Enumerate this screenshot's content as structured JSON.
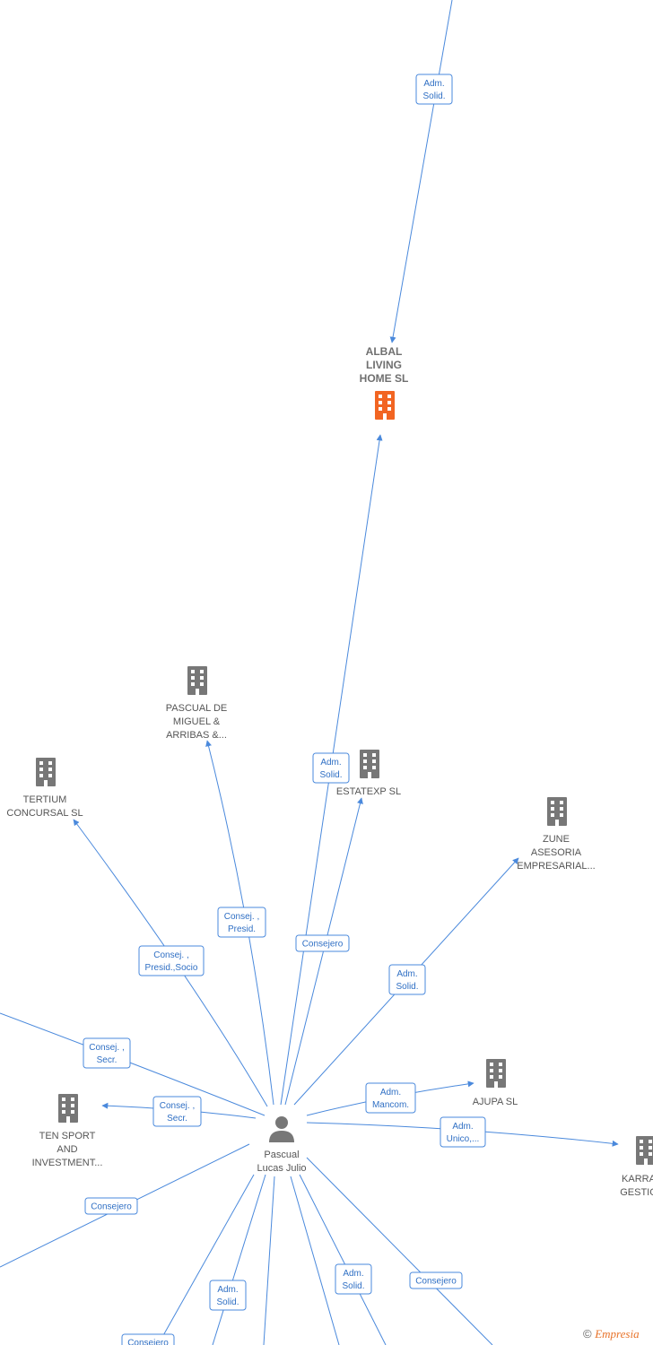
{
  "colors": {
    "edge": "#4a89dc",
    "building": "#777777",
    "highlight": "#f26522",
    "person": "#777777"
  },
  "person": {
    "name": "Pascual\nLucas Julio",
    "icon": "person-icon"
  },
  "nodes": [
    {
      "id": "albal",
      "label": "ALBAL\nLIVING\nHOME  SL",
      "highlight": true,
      "icon": "building-icon"
    },
    {
      "id": "pascual_de_miguel",
      "label": "PASCUAL DE\nMIGUEL &\nARRIBAS &...",
      "icon": "building-icon"
    },
    {
      "id": "tertium",
      "label": "TERTIUM\nCONCURSAL  SL",
      "icon": "building-icon"
    },
    {
      "id": "estatexp",
      "label": "ESTATEXP  SL",
      "icon": "building-icon"
    },
    {
      "id": "zune",
      "label": "ZUNE\nASESORIA\nEMPRESARIAL...",
      "icon": "building-icon"
    },
    {
      "id": "ajupa",
      "label": "AJUPA SL",
      "icon": "building-icon"
    },
    {
      "id": "ten_sport",
      "label": "TEN SPORT\nAND\nINVESTMENT...",
      "icon": "building-icon"
    },
    {
      "id": "karra",
      "label": "KARRA\nGESTIO",
      "icon": "building-icon"
    }
  ],
  "edge_labels": [
    "Adm.\nSolid.",
    "Adm.\nSolid.",
    "Consej. ,\nPresid.",
    "Consejero",
    "Consej. ,\nPresid.,Socio",
    "Adm.\nSolid.",
    "Consej. ,\nSecr.",
    "Consej. ,\nSecr.",
    "Adm.\nMancom.",
    "Adm.\nUnico,...",
    "Consejero",
    "Adm.\nSolid.",
    "Adm.\nSolid.",
    "Consejero",
    "Consejero"
  ],
  "footer": {
    "copyright": "©",
    "brand": "Empresia"
  }
}
